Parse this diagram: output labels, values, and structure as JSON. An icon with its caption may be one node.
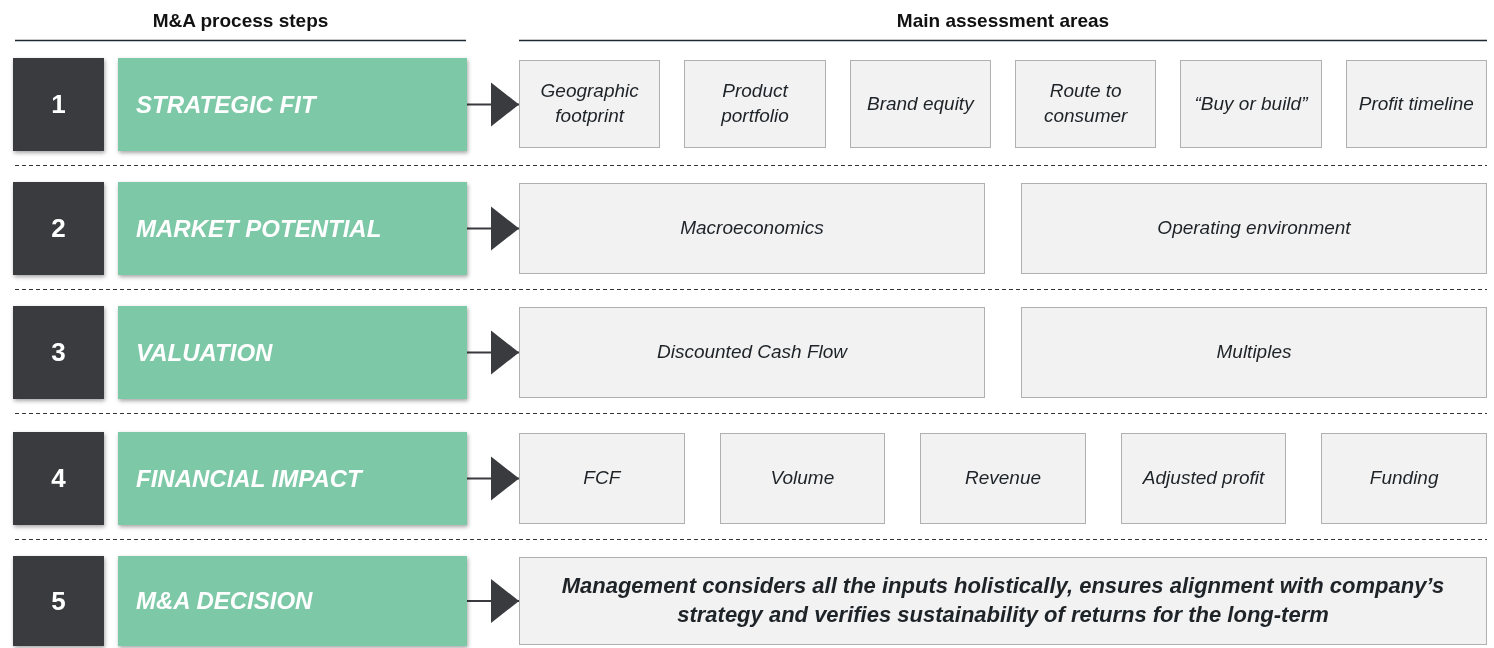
{
  "diagram": {
    "nodes": [
      {
        "text": [
          "1"
        ]
      },
      {
        "text": [
          "STRATEGIC FIT"
        ]
      },
      {
        "text": [
          "Geographic footprint"
        ]
      },
      {
        "text": [
          "Product portfolio"
        ]
      },
      {
        "text": [
          "Brand equity"
        ]
      },
      {
        "text": [
          "Route to consumer"
        ]
      },
      {
        "text": [
          "“Buy or build”"
        ]
      },
      {
        "text": [
          "Profit timeline"
        ]
      },
      {
        "text": [
          "2"
        ]
      },
      {
        "text": [
          "MARKET POTENTIAL"
        ]
      },
      {
        "text": [
          "Macroeconomics"
        ]
      },
      {
        "text": [
          "Operating environment"
        ]
      },
      {
        "text": [
          "3"
        ]
      },
      {
        "text": [
          "VALUATION"
        ]
      },
      {
        "text": [
          "Discounted Cash Flow"
        ]
      },
      {
        "text": [
          "Multiples"
        ]
      },
      {
        "text": [
          "4"
        ]
      },
      {
        "text": [
          "FINANCIAL IMPACT"
        ]
      },
      {
        "text": [
          "FCF"
        ]
      },
      {
        "text": [
          "Volume"
        ]
      },
      {
        "text": [
          "Revenue"
        ]
      },
      {
        "text": [
          "Adjusted profit"
        ]
      },
      {
        "text": [
          "Funding"
        ]
      },
      {
        "text": [
          "5"
        ]
      },
      {
        "text": [
          "M&A DECISION"
        ]
      },
      {
        "text": [
          "Management considers all the inputs holistically, ensures alignment with company’s strategy and verifies sustainability of returns for the long-term"
        ]
      }
    ],
    "edges": [
      {
        "from": 1,
        "to": 2,
        "arrow": "to"
      },
      {
        "from": 9,
        "to": 10,
        "arrow": "to"
      },
      {
        "from": 13,
        "to": 14,
        "arrow": "to"
      },
      {
        "from": 17,
        "to": 18,
        "arrow": "to"
      },
      {
        "from": 24,
        "to": 25,
        "arrow": "to"
      }
    ],
    "labels": [
      "M&A process steps",
      "Main assessment areas"
    ]
  }
}
